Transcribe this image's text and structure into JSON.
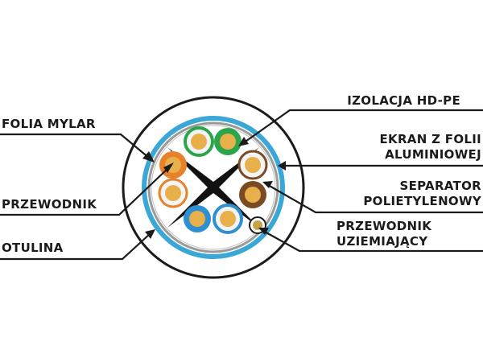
{
  "labels": {
    "folia_mylar": "FOLIA MYLAR",
    "przewodnik": "PRZEWODNIK",
    "otulina": "OTULINA",
    "izolacja": "IZOLACJA HD-PE",
    "ekran_line1": "EKRAN Z FOLII",
    "ekran_line2": "ALUMINIOWEJ",
    "separator_line1": "SEPARATOR",
    "separator_line2": "POLIETYLENOWY",
    "uziemiajacy_line1": "PRZEWODNIK",
    "uziemiajacy_line2": "UZIEMIAJĄCY"
  },
  "colors": {
    "text": "#1b1b1b",
    "jacket_outline": "#1b1b1b",
    "foil_shield": "#3aa7d6",
    "insulation_ring": "#d9d9d9",
    "separator": "#111111",
    "copper": "#e8b04a",
    "orange": "#e8812a",
    "green": "#2aa54b",
    "blue": "#2f8fd0",
    "brown": "#7a4a23",
    "stripe_white": "#f4f4f4",
    "drain_wire": "#c9a14a"
  },
  "conductor_pairs": [
    "orange",
    "orange-white",
    "green",
    "green-white",
    "blue",
    "blue-white",
    "brown",
    "brown-white"
  ]
}
